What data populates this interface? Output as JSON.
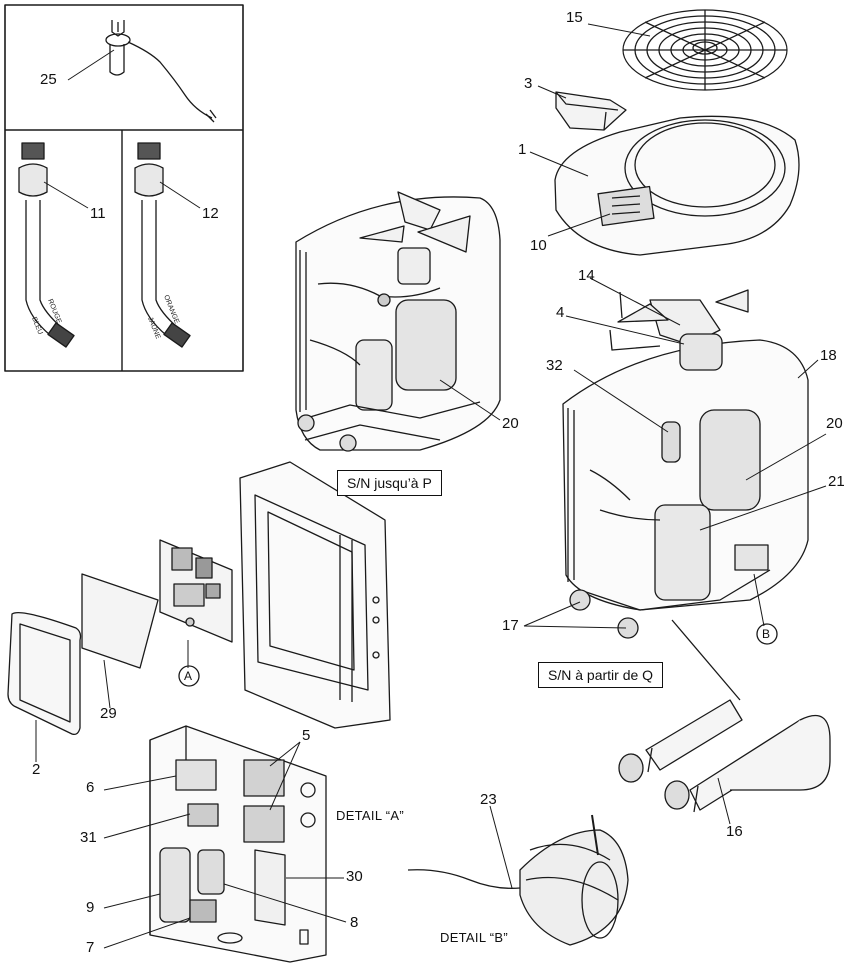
{
  "callouts": {
    "c1": "1",
    "c2": "2",
    "c3": "3",
    "c4": "4",
    "c5": "5",
    "c6": "6",
    "c7": "7",
    "c8": "8",
    "c9": "9",
    "c10": "10",
    "c11": "11",
    "c12": "12",
    "c14": "14",
    "c15": "15",
    "c16": "16",
    "c17": "17",
    "c18": "18",
    "c20a": "20",
    "c20b": "20",
    "c21": "21",
    "c23": "23",
    "c25": "25",
    "c29": "29",
    "c30": "30",
    "c31": "31",
    "c32": "32"
  },
  "markers": {
    "a": "A",
    "b": "B"
  },
  "labels": {
    "sn_upto_p": "S/N jusqu’à P",
    "sn_from_q": "S/N à partir de Q",
    "detail_a": "DETAIL “A”",
    "detail_b": "DETAIL “B”"
  },
  "wire_labels": {
    "rouge": "ROUGE",
    "bleu": "BLEU",
    "orange": "ORANGE",
    "jaune": "JAUNE"
  }
}
